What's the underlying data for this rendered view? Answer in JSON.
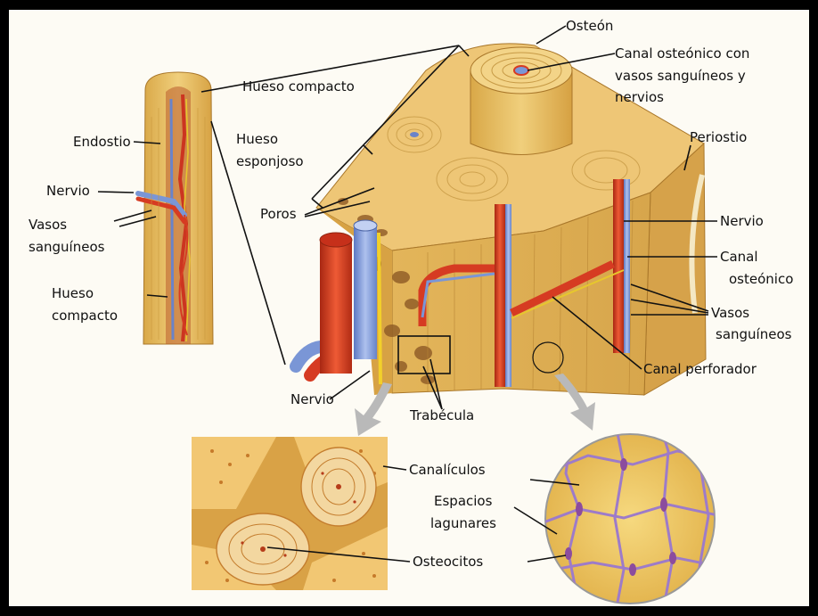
{
  "labels": {
    "osteon": "Osteón",
    "central_canal_1": "Canal osteónico con",
    "central_canal_2": "vasos sanguíneos y",
    "central_canal_3": "nervios",
    "compact_bone_top": "Hueso compacto",
    "spongy_bone_1": "Hueso",
    "spongy_bone_2": "esponjoso",
    "periosteum": "Periostio",
    "endosteum": "Endostio",
    "nerve_left": "Nervio",
    "vessels_left_1": "Vasos",
    "vessels_left_2": "sanguíneos",
    "compact_bone_left_1": "Hueso",
    "compact_bone_left_2": "compacto",
    "pores": "Poros",
    "nerve_right": "Nervio",
    "central_canal_right_1": "Canal",
    "central_canal_right_2": "osteónico",
    "vessels_right_1": "Vasos",
    "vessels_right_2": "sanguíneos",
    "perforating_canal": "Canal perforador",
    "nerve_bottom": "Nervio",
    "trabecula": "Trabécula",
    "canaliculi": "Canalículos",
    "lacunae_1": "Espacios",
    "lacunae_2": "lagunares",
    "osteocytes": "Osteocitos"
  },
  "colors": {
    "bone": "#e8be5e",
    "bone_light": "#f3d488",
    "bone_dark": "#c9963a",
    "artery": "#d63b22",
    "vein": "#7a96d6",
    "nerve": "#f2d02a",
    "frame": "#000000"
  }
}
